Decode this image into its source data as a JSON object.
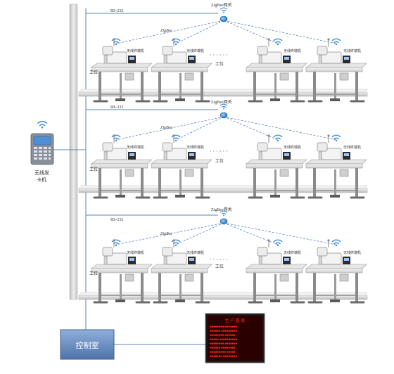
{
  "floors": [
    {
      "rs232_label": "RS-232",
      "gateway_label": "ZigBee网关",
      "zigbee_label": "ZigBee",
      "terminal_label": "无线终端机",
      "station_label": "工位",
      "station_label_mid": "工位",
      "dots": "· · · · · ·"
    },
    {
      "rs232_label": "RS-232",
      "gateway_label": "ZigBee网关",
      "zigbee_label": "ZigBee",
      "terminal_label": "无线终端机",
      "station_label": "工位",
      "station_label_mid": "工位",
      "dots": "· · · · · ·"
    },
    {
      "rs232_label": "RS-232",
      "gateway_label": "ZigBee网关",
      "zigbee_label": "ZigBee",
      "terminal_label": "无线终端机",
      "station_label": "工位",
      "station_label_mid": "工位",
      "dots": "· · · · · ·"
    }
  ],
  "card_reader": {
    "label_line1": "无线发",
    "label_line2": "卡机"
  },
  "control_room": {
    "label": "控制室"
  },
  "display_board": {
    "header": "生 产 看 板",
    "rows": [
      "■■■■■■■■ ■■■■■■■",
      "■■■■■■ ■■■■■■■■■",
      "■■■■■■■■ ■■■■■■",
      "■■■■■ ■■■■■■■■■■",
      "■■■■■■■■ ■■■■■■■",
      "■■■■■■ ■■■■■■■■",
      "■■■■■■■■■ ■■■■■",
      "■■■■■■■ ■■■■■■■■"
    ]
  },
  "colors": {
    "wire": "#5b86b5",
    "trunk": "#d8d8d8",
    "control_room": "#6c8fbf",
    "board_bg": "#2a0000",
    "board_text": "#ff2a1a"
  }
}
